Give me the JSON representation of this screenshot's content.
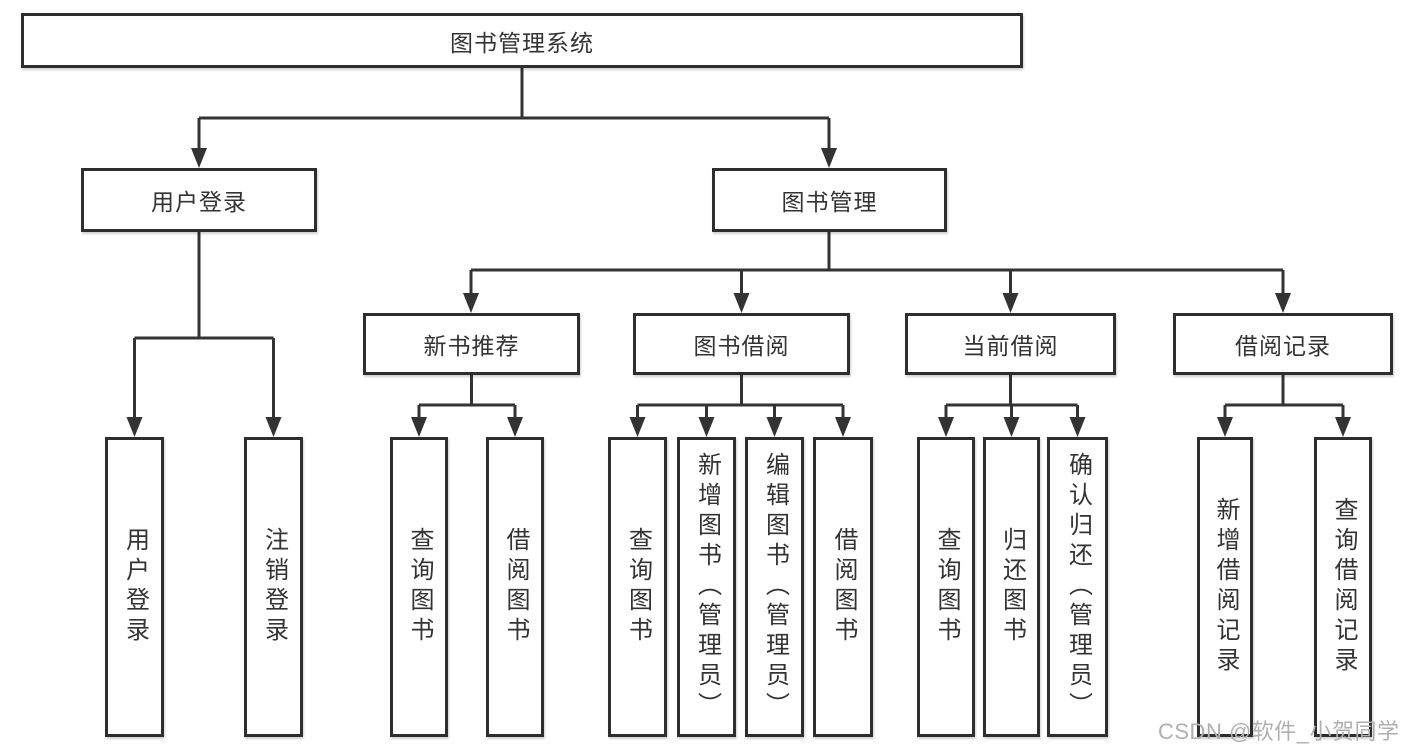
{
  "colors": {
    "line": "#333333",
    "box_border": "#2e2e2e",
    "box_fill": "#ffffff",
    "text": "#333333",
    "watermark": "#b0b0b0",
    "background": "#ffffff"
  },
  "watermark": "CSDN @软件_小贺同学",
  "tree": {
    "root": {
      "label": "图书管理系统"
    },
    "branches": [
      {
        "label": "用户登录",
        "children": [
          {
            "label": "用户登录"
          },
          {
            "label": "注销登录"
          }
        ]
      },
      {
        "label": "图书管理",
        "children": [
          {
            "label": "新书推荐",
            "children": [
              {
                "label": "查询图书"
              },
              {
                "label": "借阅图书"
              }
            ]
          },
          {
            "label": "图书借阅",
            "children": [
              {
                "label": "查询图书"
              },
              {
                "label": "新增图书（管理员）"
              },
              {
                "label": "编辑图书（管理员）"
              },
              {
                "label": "借阅图书"
              }
            ]
          },
          {
            "label": "当前借阅",
            "children": [
              {
                "label": "查询图书"
              },
              {
                "label": "归还图书"
              },
              {
                "label": "确认归还（管理员）"
              }
            ]
          },
          {
            "label": "借阅记录",
            "children": [
              {
                "label": "新增借阅记录"
              },
              {
                "label": "查询借阅记录"
              }
            ]
          }
        ]
      }
    ]
  }
}
